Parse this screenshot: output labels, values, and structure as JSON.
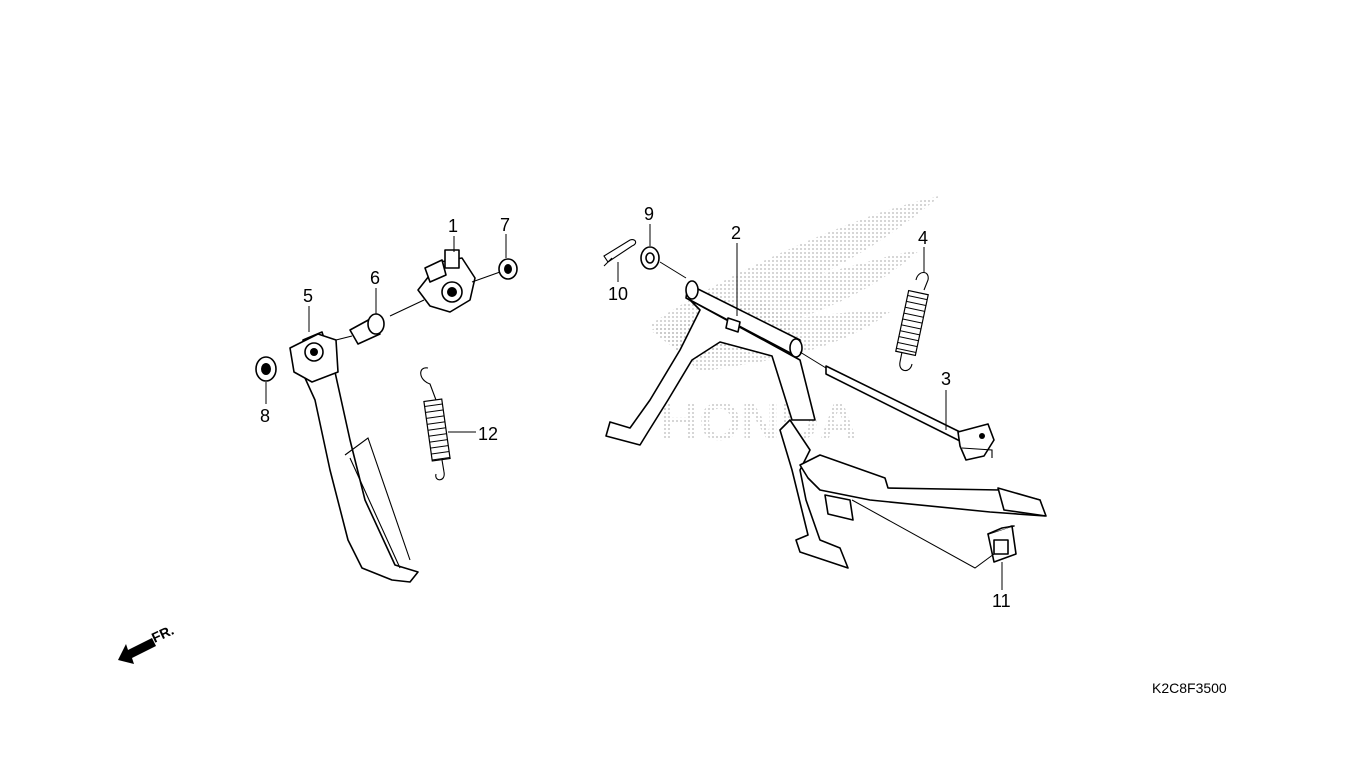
{
  "diagram": {
    "part_numbers": [
      "1",
      "2",
      "3",
      "4",
      "5",
      "6",
      "7",
      "8",
      "9",
      "10",
      "11",
      "12"
    ],
    "direction_label": "FR.",
    "drawing_code": "K2C8F3500",
    "watermark": "HONDA"
  }
}
